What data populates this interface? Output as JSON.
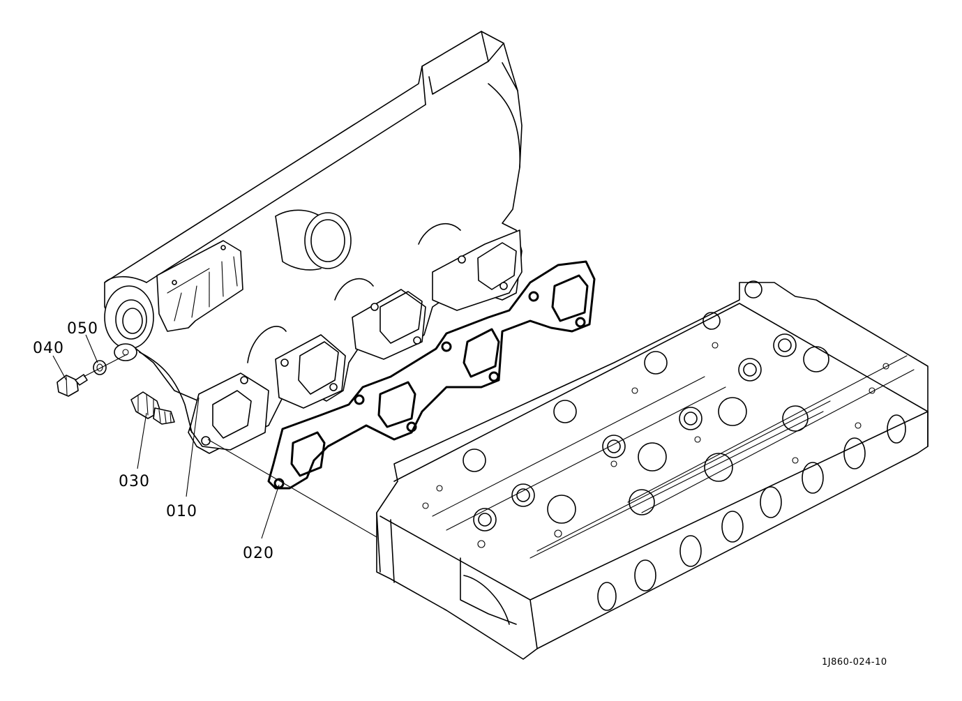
{
  "diagram": {
    "drawing_id": "1J860-024-10",
    "callouts": [
      {
        "id": "010",
        "label": "010"
      },
      {
        "id": "020",
        "label": "020"
      },
      {
        "id": "030",
        "label": "030"
      },
      {
        "id": "040",
        "label": "040"
      },
      {
        "id": "050",
        "label": "050"
      }
    ]
  }
}
